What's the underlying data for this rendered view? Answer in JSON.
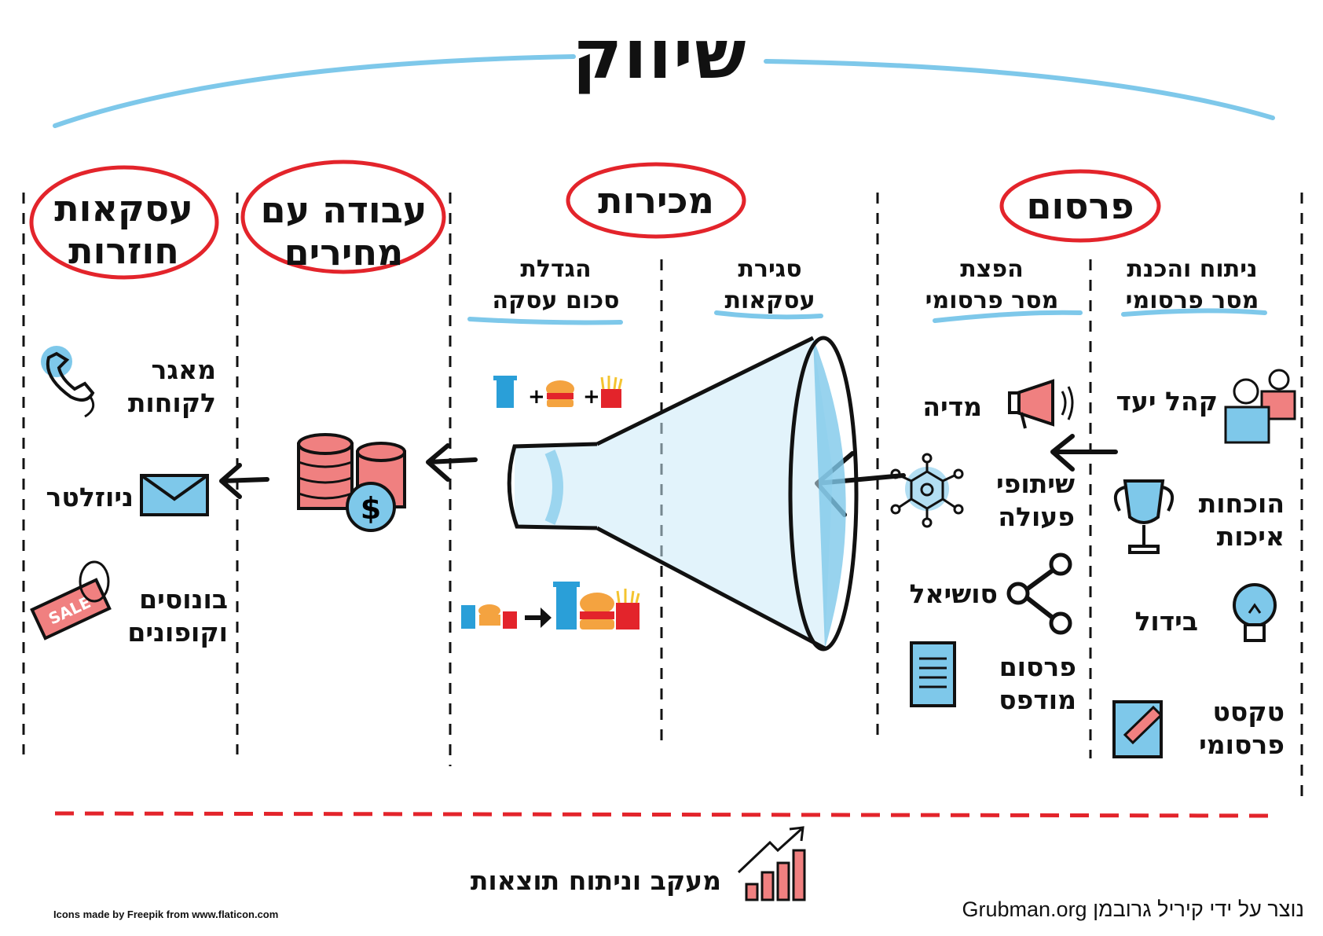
{
  "title": "שיווק",
  "columns": {
    "advertising": {
      "heading": "פרסום",
      "sub1": [
        "ניתוח והכנת",
        "מסר פרסומי"
      ],
      "sub2": [
        "הפצת",
        "מסר פרסומי"
      ],
      "analysis_items": [
        {
          "label": [
            "קהל יעד"
          ],
          "icon": "people-icon"
        },
        {
          "label": [
            "הוכחות",
            "איכות"
          ],
          "icon": "trophy-icon"
        },
        {
          "label": [
            "בידול"
          ],
          "icon": "lightbulb-icon"
        },
        {
          "label": [
            "טקסט",
            "פרסומי"
          ],
          "icon": "document-pencil-icon"
        }
      ],
      "distribution_items": [
        {
          "label": [
            "מדיה"
          ],
          "icon": "megaphone-icon"
        },
        {
          "label": [
            "שיתופי",
            "פעולה"
          ],
          "icon": "network-icon"
        },
        {
          "label": [
            "סושיאל"
          ],
          "icon": "share-icon"
        },
        {
          "label": [
            "פרסום",
            "מודפס"
          ],
          "icon": "printed-page-icon"
        }
      ]
    },
    "sales": {
      "heading": "מכירות",
      "sub1": [
        "סגירת",
        "עסקאות"
      ],
      "sub2": [
        "הגדלת",
        "סכום עסקה"
      ],
      "icons": [
        "funnel-icon",
        "combo-meal-icon",
        "upsize-meal-icon"
      ]
    },
    "pricing": {
      "heading": [
        "עבודה עם",
        "מחירים"
      ],
      "icon": "coins-dollar-icon"
    },
    "repeat": {
      "heading": [
        "עסקאות",
        "חוזרות"
      ],
      "items": [
        {
          "label": [
            "מאגר",
            "לקוחות"
          ],
          "icon": "phone-icon"
        },
        {
          "label": [
            "ניוזלטר"
          ],
          "icon": "envelope-icon"
        },
        {
          "label": [
            "בונוסים",
            "וקופונים"
          ],
          "icon": "sale-tag-icon"
        }
      ]
    }
  },
  "footer": {
    "tracking": "מעקב וניתוח תוצאות",
    "tracking_icon": "bar-chart-growth-icon",
    "credit_left": "Icons made by Freepik from www.flaticon.com",
    "credit_right": "נוצר על ידי קיריל גרובמן Grubman.org"
  },
  "colors": {
    "accent_red": "#e3242b",
    "accent_blue": "#7ec8ea",
    "ink": "#111111",
    "soft_red": "#f08080"
  }
}
